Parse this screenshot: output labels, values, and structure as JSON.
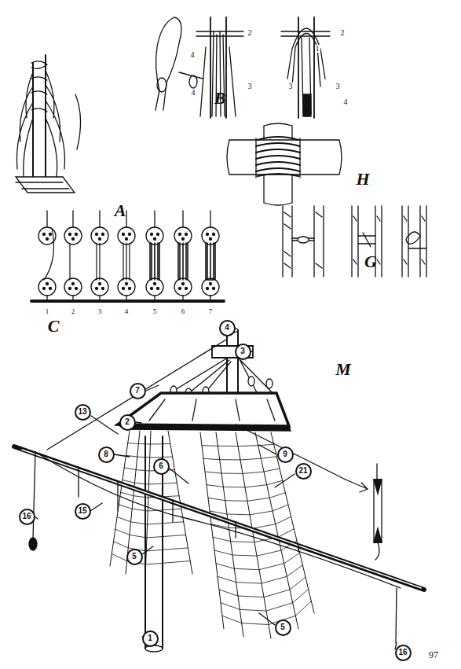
{
  "diagram": {
    "nodes": [
      {
        "text": [
          "4"
        ]
      },
      {
        "text": [
          "3"
        ]
      },
      {
        "text": [
          "7"
        ]
      },
      {
        "text": [
          "13"
        ]
      },
      {
        "text": [
          "2"
        ]
      },
      {
        "text": [
          "8"
        ]
      },
      {
        "text": [
          "6"
        ]
      },
      {
        "text": [
          "9"
        ]
      },
      {
        "text": [
          "21"
        ]
      },
      {
        "text": [
          "16"
        ]
      },
      {
        "text": [
          "15"
        ]
      },
      {
        "text": [
          "5"
        ]
      },
      {
        "text": [
          "5"
        ]
      },
      {
        "text": [
          "1"
        ]
      },
      {
        "text": [
          "16"
        ]
      }
    ],
    "labels": [
      "4",
      "2",
      "4",
      "3",
      "2",
      "1",
      "3",
      "3",
      "4",
      "A",
      "B",
      "H",
      "G",
      "1",
      "2",
      "3",
      "4",
      "5",
      "6",
      "7",
      "C",
      "M",
      "97"
    ]
  }
}
